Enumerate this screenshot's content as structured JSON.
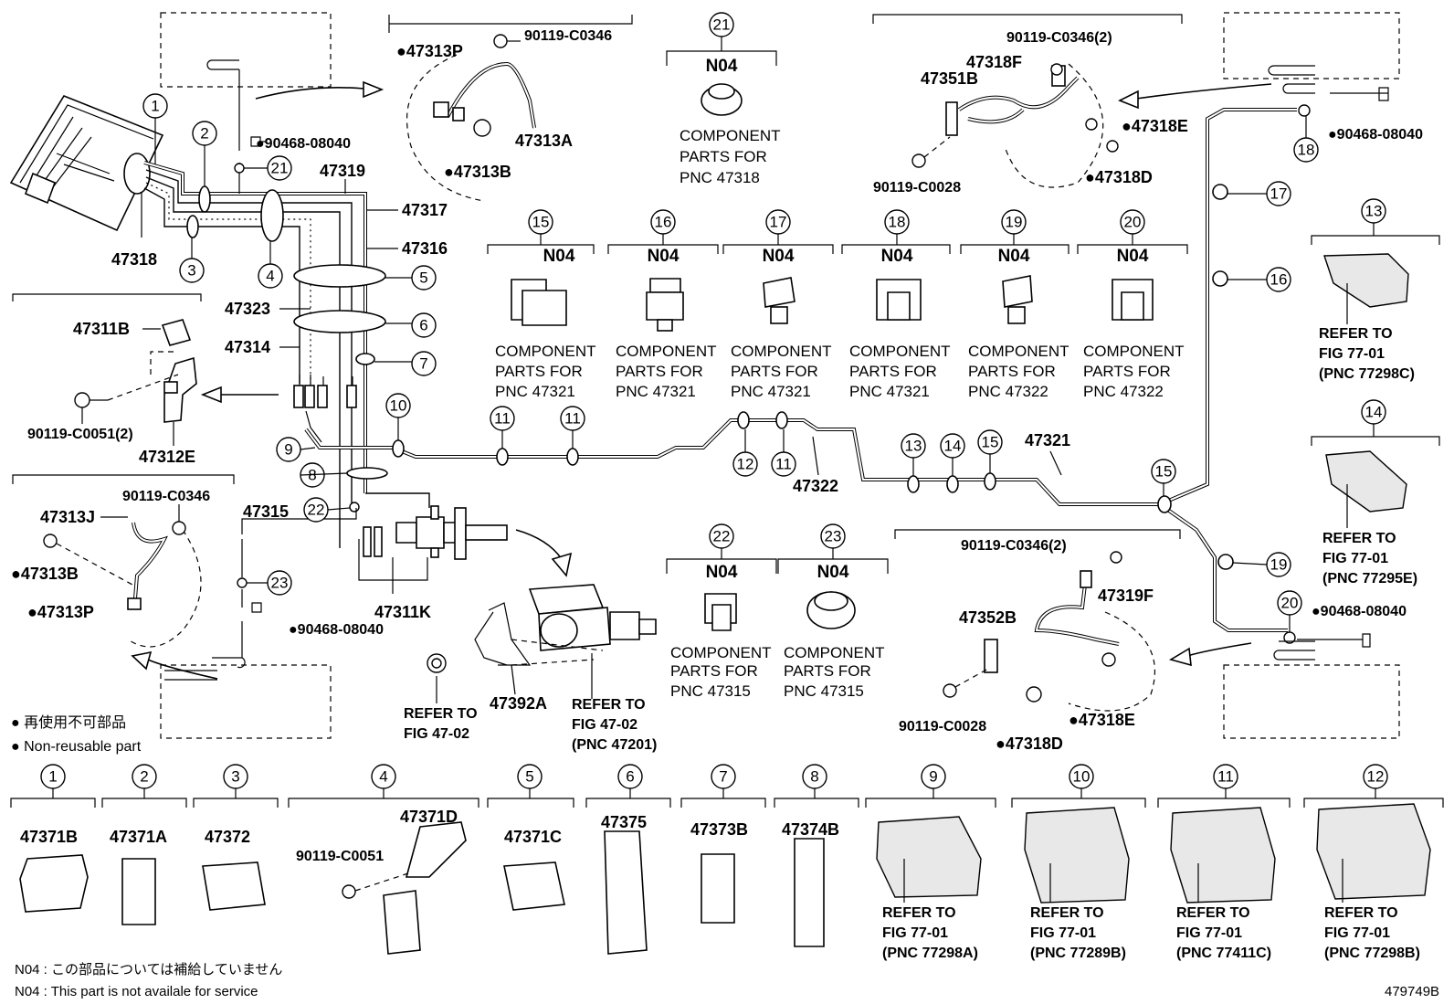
{
  "diagram_id": "479749B",
  "legend": {
    "non_reusable_ja": "● 再使用不可部品",
    "non_reusable_en": "● Non-reusable part"
  },
  "footnotes": {
    "n04_ja": "N04 : この部品については補給していません",
    "n04_en": "N04 : This part is not availale for service"
  },
  "main_labels": {
    "p47318": "47318",
    "p47319": "47319",
    "p47317": "47317",
    "p47316": "47316",
    "p47323": "47323",
    "p47314": "47314",
    "p47315": "47315",
    "p47311K": "47311K",
    "p47321": "47321",
    "p47322": "47322",
    "p47392A": "47392A",
    "p90468_08040_a": "●90468-08040",
    "p90468_08040_b": "●90468-08040",
    "p90468_08040_c": "●90468-08040",
    "p90468_08040_d": "●90468-08040"
  },
  "refers": {
    "fig4702_a": [
      "REFER TO",
      "FIG 47-02"
    ],
    "fig4702_b": [
      "REFER TO",
      "FIG 47-02",
      "(PNC 47201)"
    ]
  },
  "detail_topleft": {
    "p47313P": "●47313P",
    "p90119_C0346": "90119-C0346",
    "p47313A": "47313A",
    "p47313B": "●47313B"
  },
  "detail_left_mid": {
    "p47311B": "47311B",
    "p90119_C0051": "90119-C0051(2)",
    "p47312E": "47312E"
  },
  "detail_left_low": {
    "p90119_C0346": "90119-C0346",
    "p47313J": "47313J",
    "p47313B": "●47313B",
    "p47313P": "●47313P"
  },
  "detail_topright": {
    "p90119_C0346_2": "90119-C0346(2)",
    "p47318F": "47318F",
    "p47351B": "47351B",
    "p47318E": "●47318E",
    "p90119_C0028": "90119-C0028",
    "p47318D": "●47318D"
  },
  "detail_right_low": {
    "p90119_C0346_2": "90119-C0346(2)",
    "p47319F": "47319F",
    "p47352B": "47352B",
    "p90119_C0028": "90119-C0028",
    "p47318E": "●47318E",
    "p47318D": "●47318D"
  },
  "n04_components": [
    {
      "num": "21",
      "code": "N04",
      "lines": [
        "COMPONENT",
        "PARTS FOR",
        "PNC 47318"
      ]
    },
    {
      "num": "15",
      "code": "N04",
      "lines": [
        "COMPONENT",
        "PARTS FOR",
        "PNC 47321"
      ]
    },
    {
      "num": "16",
      "code": "N04",
      "lines": [
        "COMPONENT",
        "PARTS FOR",
        "PNC 47321"
      ]
    },
    {
      "num": "17",
      "code": "N04",
      "lines": [
        "COMPONENT",
        "PARTS FOR",
        "PNC 47321"
      ]
    },
    {
      "num": "18",
      "code": "N04",
      "lines": [
        "COMPONENT",
        "PARTS FOR",
        "PNC 47321"
      ]
    },
    {
      "num": "19",
      "code": "N04",
      "lines": [
        "COMPONENT",
        "PARTS FOR",
        "PNC 47322"
      ]
    },
    {
      "num": "20",
      "code": "N04",
      "lines": [
        "COMPONENT",
        "PARTS FOR",
        "PNC 47322"
      ]
    },
    {
      "num": "22",
      "code": "N04",
      "lines": [
        "COMPONENT",
        "PARTS FOR",
        "PNC 47315"
      ]
    },
    {
      "num": "23",
      "code": "N04",
      "lines": [
        "COMPONENT",
        "PARTS FOR",
        "PNC 47315"
      ]
    }
  ],
  "right_refers": [
    {
      "num": "13",
      "lines": [
        "REFER TO",
        "FIG 77-01",
        "(PNC 77298C)"
      ]
    },
    {
      "num": "14",
      "lines": [
        "REFER TO",
        "FIG 77-01",
        "(PNC 77295E)"
      ]
    }
  ],
  "bottom_row": [
    {
      "num": "1",
      "part": "47371B"
    },
    {
      "num": "2",
      "part": "47371A"
    },
    {
      "num": "3",
      "part": "47372"
    },
    {
      "num": "4",
      "part": "47371D",
      "extra": "90119-C0051"
    },
    {
      "num": "5",
      "part": "47371C"
    },
    {
      "num": "6",
      "part": "47375"
    },
    {
      "num": "7",
      "part": "47373B"
    },
    {
      "num": "8",
      "part": "47374B"
    },
    {
      "num": "9",
      "lines": [
        "REFER TO",
        "FIG 77-01",
        "(PNC 77298A)"
      ]
    },
    {
      "num": "10",
      "lines": [
        "REFER TO",
        "FIG 77-01",
        "(PNC 77289B)"
      ]
    },
    {
      "num": "11",
      "lines": [
        "REFER TO",
        "FIG 77-01",
        "(PNC 77411C)"
      ]
    },
    {
      "num": "12",
      "lines": [
        "REFER TO",
        "FIG 77-01",
        "(PNC 77298B)"
      ]
    }
  ],
  "callouts": {
    "c1": "1",
    "c2": "2",
    "c3": "3",
    "c4": "4",
    "c5": "5",
    "c6": "6",
    "c7": "7",
    "c8": "8",
    "c9": "9",
    "c10": "10",
    "c11a": "11",
    "c11b": "11",
    "c11c": "11",
    "c12": "12",
    "c13": "13",
    "c14": "14",
    "c15a": "15",
    "c15b": "15",
    "c16": "16",
    "c17": "17",
    "c18": "18",
    "c19": "19",
    "c20": "20",
    "c21": "21",
    "c22": "22",
    "c23": "23"
  }
}
